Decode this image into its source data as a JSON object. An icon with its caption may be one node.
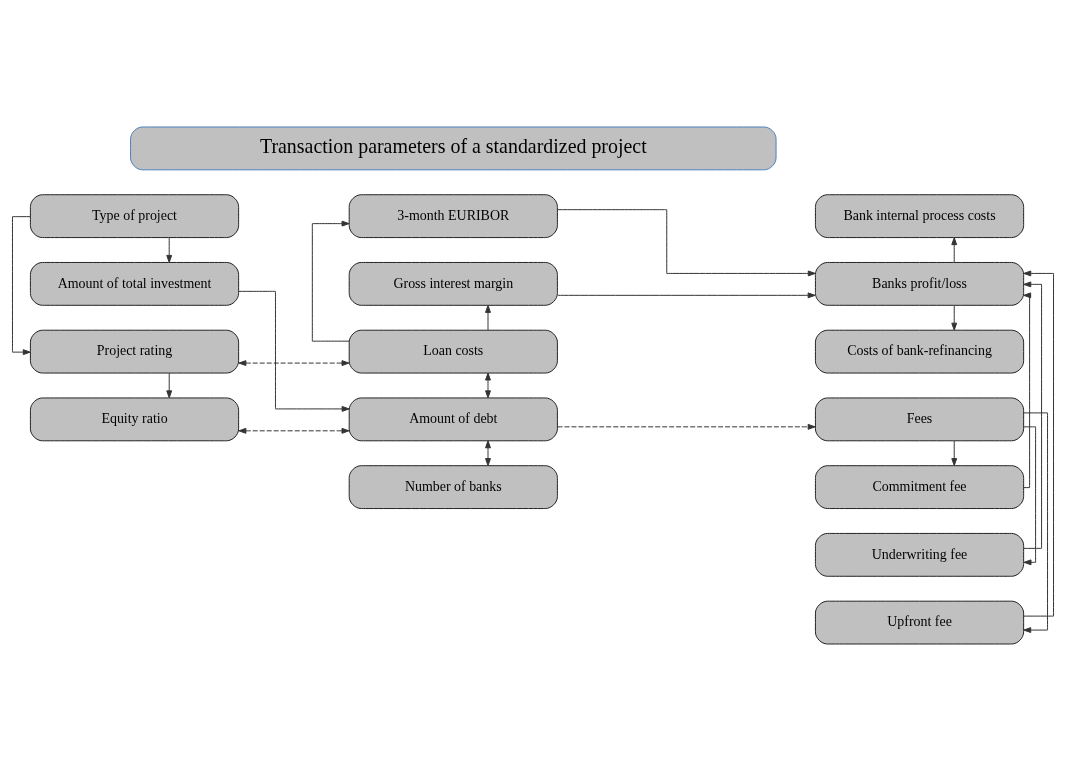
{
  "diagram": {
    "nodes": [
      {
        "text": [
          "Transaction parameters of a standardized project"
        ]
      },
      {
        "text": [
          "Type of project"
        ]
      },
      {
        "text": [
          "3-month EURIBOR"
        ]
      },
      {
        "text": [
          "Bank internal process costs"
        ]
      },
      {
        "text": [
          "Amount of total investment"
        ]
      },
      {
        "text": [
          "Gross interest margin"
        ]
      },
      {
        "text": [
          "Banks profit/loss"
        ]
      },
      {
        "text": [
          "Project rating"
        ]
      },
      {
        "text": [
          "Loan costs"
        ]
      },
      {
        "text": [
          "Costs of bank-refinancing"
        ]
      },
      {
        "text": [
          "Equity ratio"
        ]
      },
      {
        "text": [
          "Amount of debt"
        ]
      },
      {
        "text": [
          "Fees"
        ]
      },
      {
        "text": [
          "Number of banks"
        ]
      },
      {
        "text": [
          "Commitment fee"
        ]
      },
      {
        "text": [
          "Underwriting fee"
        ]
      },
      {
        "text": [
          "Upfront fee"
        ]
      }
    ],
    "edges": [
      {
        "from": 1,
        "to": 4,
        "arrow": "to"
      },
      {
        "from": 1,
        "to": 7,
        "arrow": "to"
      },
      {
        "from": 4,
        "to": 11,
        "arrow": "to"
      },
      {
        "from": 8,
        "to": 2,
        "arrow": "to"
      },
      {
        "from": 8,
        "to": 5,
        "arrow": "to"
      },
      {
        "from": 7,
        "to": 8,
        "arrow": "both",
        "style": "dashed"
      },
      {
        "from": 7,
        "to": 10,
        "arrow": "to"
      },
      {
        "from": 10,
        "to": 11,
        "arrow": "both",
        "style": "dashed"
      },
      {
        "from": 8,
        "to": 11,
        "arrow": "both"
      },
      {
        "from": 11,
        "to": 13,
        "arrow": "both"
      },
      {
        "from": 11,
        "to": 12,
        "arrow": "to",
        "style": "dashed"
      },
      {
        "from": 2,
        "to": 6,
        "arrow": "to"
      },
      {
        "from": 5,
        "to": 6,
        "arrow": "to"
      },
      {
        "from": 14,
        "to": 6,
        "arrow": "to"
      },
      {
        "from": 15,
        "to": 6,
        "arrow": "to"
      },
      {
        "from": 16,
        "to": 6,
        "arrow": "to"
      },
      {
        "from": 6,
        "to": 3,
        "arrow": "to"
      },
      {
        "from": 6,
        "to": 9,
        "arrow": "to"
      },
      {
        "from": 12,
        "to": 14,
        "arrow": "to"
      },
      {
        "from": 12,
        "to": 15,
        "arrow": "to"
      },
      {
        "from": 12,
        "to": 16,
        "arrow": "to"
      }
    ]
  }
}
